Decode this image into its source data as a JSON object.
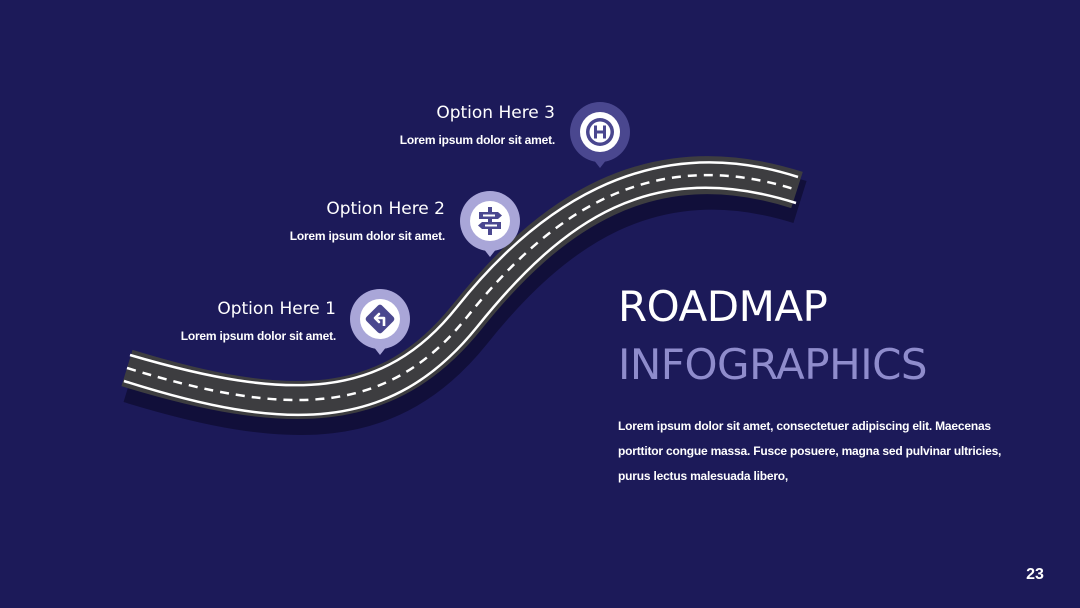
{
  "options": [
    {
      "title": "Option Here 1",
      "desc": "Lorem ipsum dolor sit amet.",
      "icon": "turn-sign-icon"
    },
    {
      "title": "Option Here 2",
      "desc": "Lorem ipsum dolor sit amet.",
      "icon": "signpost-icon"
    },
    {
      "title": "Option Here 3",
      "desc": "Lorem ipsum dolor sit amet.",
      "icon": "hospital-sign-icon"
    }
  ],
  "heading": {
    "line1": "ROADMAP",
    "line2": "INFOGRAPHICS"
  },
  "body": "Lorem ipsum dolor sit amet, consectetuer adipiscing elit. Maecenas porttitor congue massa. Fusce posuere, magna sed pulvinar ultricies, purus lectus malesuada libero,",
  "page_number": "23",
  "colors": {
    "background": "#1c1a59",
    "road": "#3d3d40",
    "road_shadow": "#110f3a",
    "pin": "#a9a6d8",
    "pin_inner": "#4a478f",
    "accent_text": "#8f8ccc"
  }
}
